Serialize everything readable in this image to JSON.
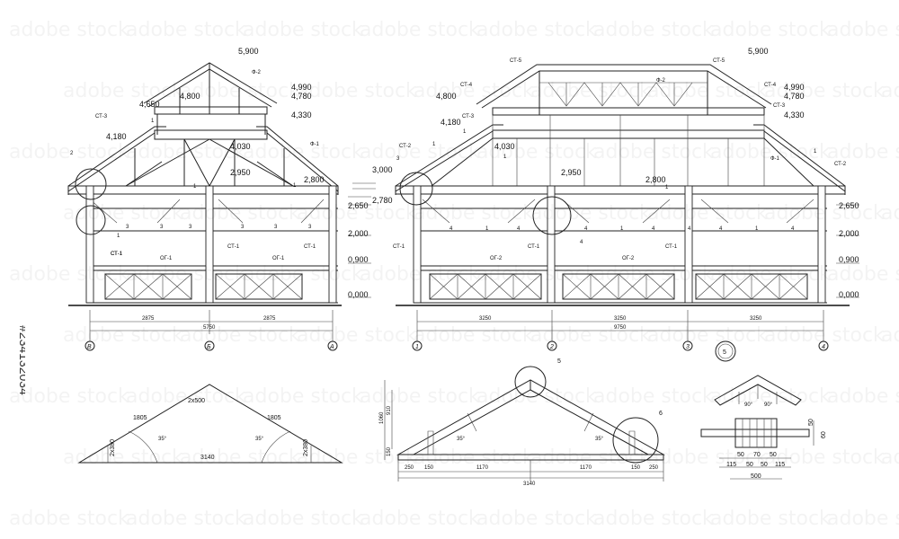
{
  "watermark": "adobe stock",
  "stock_id": "#234132034",
  "front_view": {
    "levels": [
      "5,900",
      "4,990",
      "4,780",
      "4,800",
      "4,650",
      "4,330",
      "4,180",
      "4,030",
      "3,000",
      "2,950",
      "2,800",
      "2,780",
      "2,650",
      "2,000",
      "0,900",
      "0,000"
    ],
    "tags": [
      "Ф-2",
      "СТ-3",
      "Ф-1",
      "СТ-1",
      "ОГ-1",
      "СТ-1",
      "ОГ-1",
      "СТ-1",
      "СТ-1",
      "1",
      "1",
      "1",
      "2",
      "1",
      "3",
      "3",
      "3",
      "3",
      "3",
      "3"
    ],
    "dims": [
      "2875",
      "2875",
      "5750"
    ],
    "axes": [
      "В",
      "Б",
      "А"
    ]
  },
  "side_view": {
    "levels": [
      "5,900",
      "4,990",
      "4,780",
      "4,800",
      "4,330",
      "4,180",
      "4,030",
      "2,950",
      "2,800",
      "2,650",
      "2,000",
      "0,900",
      "0,000"
    ],
    "tags": [
      "СТ-5",
      "СТ-5",
      "СТ-4",
      "СТ-4",
      "СТ-3",
      "СТ-3",
      "Ф-2",
      "СТ-2",
      "СТ-2",
      "Ф-1",
      "СТ-1",
      "СТ-1",
      "СТ-1",
      "ОГ-2",
      "ОГ-2",
      "1",
      "1",
      "1",
      "1",
      "3",
      "4",
      "4",
      "4",
      "4",
      "4",
      "4",
      "4",
      "4",
      "1",
      "1",
      "1",
      "1"
    ],
    "dims": [
      "3250",
      "3250",
      "3250",
      "9750"
    ],
    "axes": [
      "1",
      "2",
      "3",
      "4"
    ],
    "node_ref": "5"
  },
  "truss_scheme": {
    "labels": [
      "2x500",
      "1805",
      "1805",
      "2x380",
      "2x380",
      "3140",
      "35°",
      "35°"
    ]
  },
  "truss_detail": {
    "dims": [
      "250",
      "150",
      "1170",
      "1170",
      "150",
      "250",
      "3140",
      "1060",
      "910",
      "150"
    ],
    "callouts": [
      "5",
      "6"
    ],
    "angle_labels": [
      "35°",
      "35°"
    ]
  },
  "node_detail": {
    "dims": [
      "50",
      "70",
      "50",
      "115",
      "50",
      "50",
      "115",
      "500",
      "50",
      "60"
    ],
    "angle_labels": [
      "90°",
      "90°"
    ]
  }
}
